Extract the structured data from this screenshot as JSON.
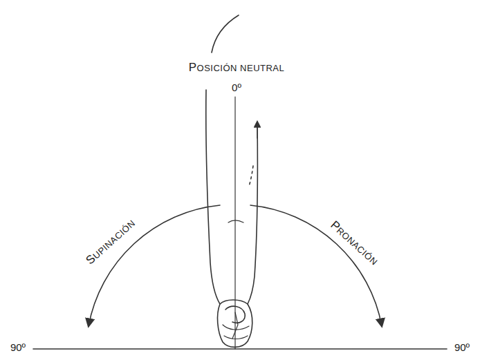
{
  "diagram": {
    "labels": [
      "POSICIÓN NEUTRAL",
      "0º",
      "SUPINACIÓN",
      "PRONACIÓN",
      "90º",
      "90º"
    ]
  }
}
